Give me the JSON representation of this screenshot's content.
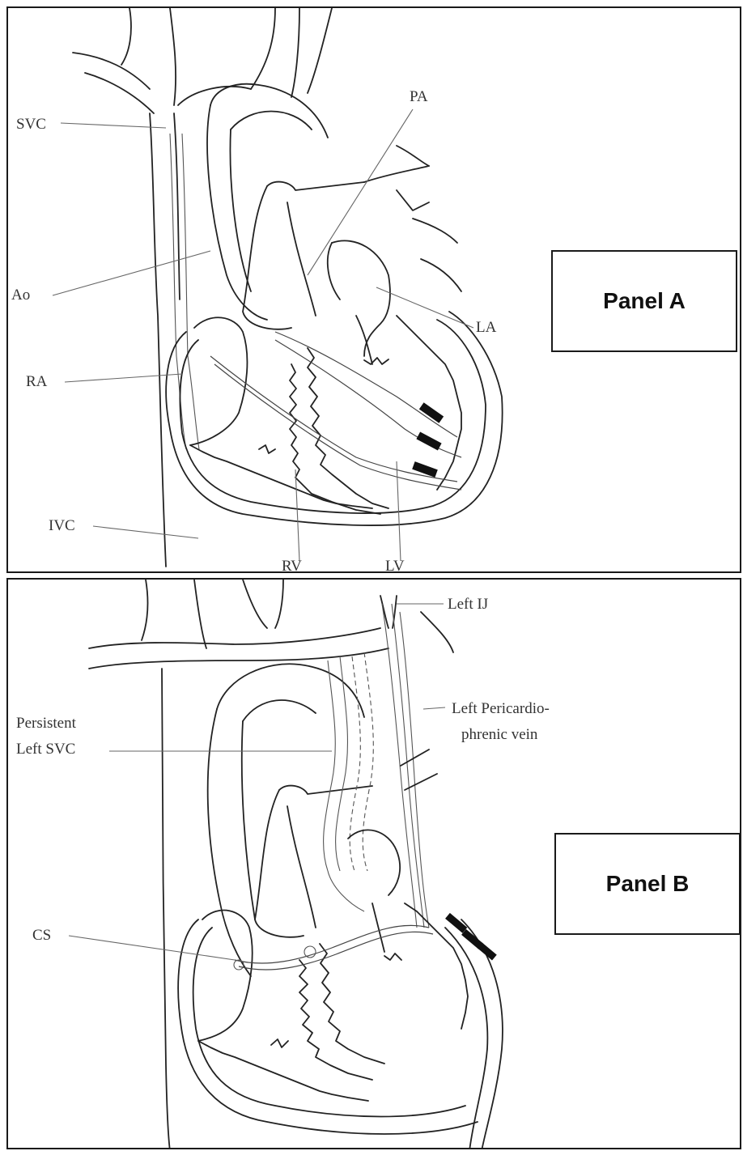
{
  "panel_a": {
    "title": "Panel A",
    "labels": {
      "svc": "SVC",
      "pa": "PA",
      "ao": "Ao",
      "la": "LA",
      "ra": "RA",
      "ivc": "IVC",
      "rv": "RV",
      "lv": "LV"
    }
  },
  "panel_b": {
    "title": "Panel B",
    "labels": {
      "left_ij": "Left IJ",
      "pericardiophrenic_1": "Left Pericardio-",
      "pericardiophrenic_2": "phrenic vein",
      "persistent_1": "Persistent",
      "persistent_2": "Left SVC",
      "cs": "CS"
    }
  }
}
